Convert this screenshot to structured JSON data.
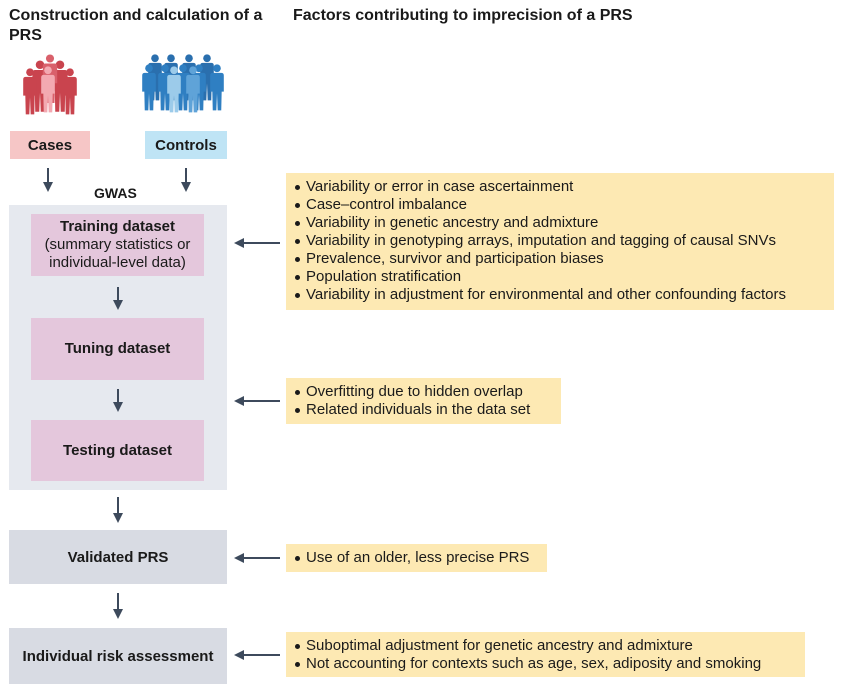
{
  "left_heading": "Construction and calculation of a PRS",
  "right_heading": "Factors contributing to imprecision of a PRS",
  "groups": {
    "cases_label": "Cases",
    "controls_label": "Controls",
    "cases_color": "#c9444e",
    "cases_light_color": "#f3a9b1",
    "controls_color": "#2f7fc2",
    "controls_light_color": "#9ccbea",
    "cases_box_color": "#f6c6c6",
    "controls_box_color": "#bfe4f5"
  },
  "gwas_label": "GWAS",
  "datasets": {
    "training_title": "Training dataset",
    "training_subtitle": "(summary statistics or individual-level data)",
    "tuning_title": "Tuning dataset",
    "testing_title": "Testing dataset"
  },
  "validated_label": "Validated PRS",
  "risk_label": "Individual risk assessment",
  "factors": {
    "training": [
      "Variability or error in case ascertainment",
      "Case–control imbalance",
      "Variability in genetic ancestry and admixture",
      "Variability in genotyping arrays, imputation and tagging of causal SNVs",
      "Prevalence, survivor and participation biases",
      "Population stratification",
      "Variability in adjustment for environmental and other confounding factors"
    ],
    "tuning": [
      "Overfitting due to hidden overlap",
      "Related individuals in the data set"
    ],
    "validated": [
      "Use of an older, less precise PRS"
    ],
    "risk": [
      "Suboptimal adjustment for genetic ancestry and admixture",
      "Not accounting for contexts such as age, sex, adiposity and smoking"
    ]
  },
  "colors": {
    "factor_bg": "#fde9b3",
    "dataset_bg": "#e4c7dc",
    "gwas_bg": "#e6e9ef",
    "grey_box_bg": "#d8dbe3",
    "arrow": "#3d4a5c"
  }
}
